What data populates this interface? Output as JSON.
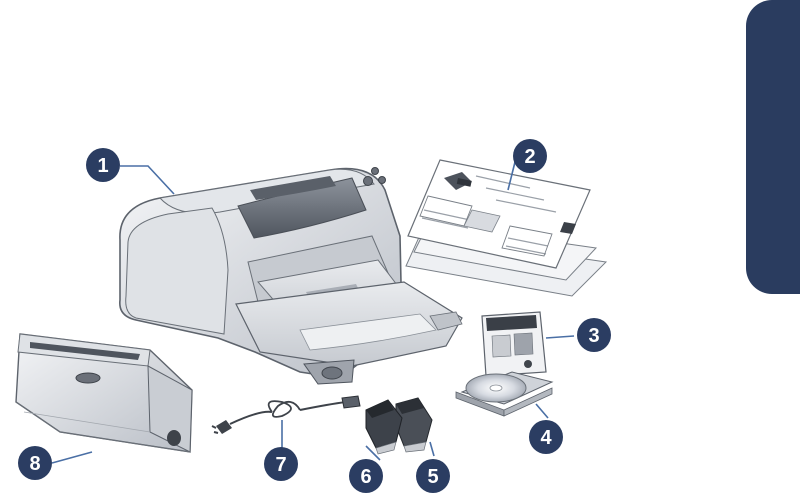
{
  "colors": {
    "accent": "#2a3c5f",
    "callout": "#2b3d62",
    "leader": "#4a6fa5"
  },
  "callouts": [
    {
      "id": "printer",
      "label": "1"
    },
    {
      "id": "quick-start-posters",
      "label": "2"
    },
    {
      "id": "user-guide",
      "label": "3"
    },
    {
      "id": "software-cd",
      "label": "4"
    },
    {
      "id": "color-print-cartridge",
      "label": "5"
    },
    {
      "id": "black-print-cartridge",
      "label": "6"
    },
    {
      "id": "power-cord",
      "label": "7"
    },
    {
      "id": "two-sided-printing-accessory",
      "label": "8"
    }
  ]
}
